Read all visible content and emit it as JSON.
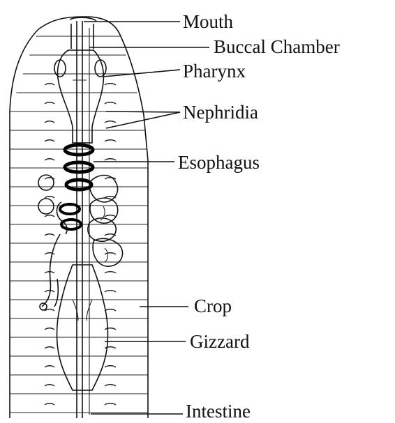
{
  "diagram": {
    "labels": {
      "mouth": "Mouth",
      "buccal_chamber": "Buccal Chamber",
      "pharynx": "Pharynx",
      "nephridia": "Nephridia",
      "esophagus": "Esophagus",
      "crop": "Crop",
      "gizzard": "Gizzard",
      "intestine": "Intestine"
    },
    "colors": {
      "ink": "#111111",
      "background": "#ffffff"
    }
  }
}
